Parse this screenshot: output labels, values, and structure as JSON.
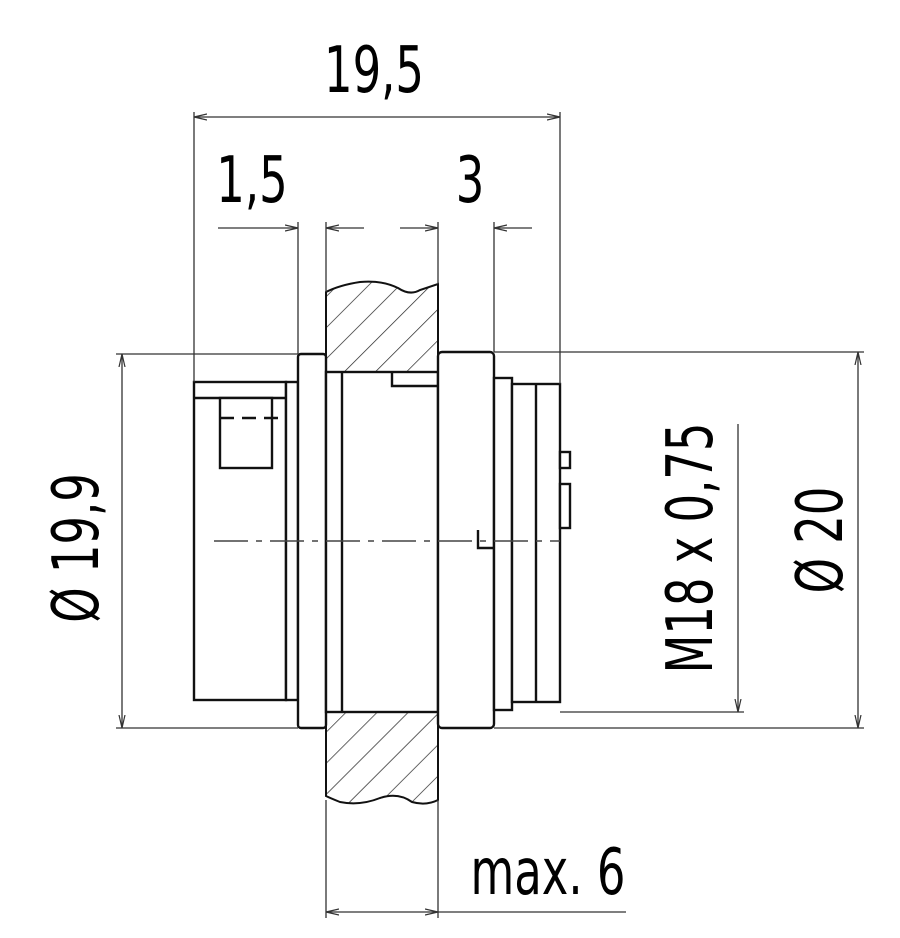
{
  "drawing": {
    "dimensions": {
      "overall_length": "19,5",
      "flange_thickness": "1,5",
      "nut_thickness": "3",
      "body_diameter": "Ø 19,9",
      "thread": "M18 x 0,75",
      "nut_diameter": "Ø 20",
      "panel_thickness": "max. 6"
    }
  }
}
